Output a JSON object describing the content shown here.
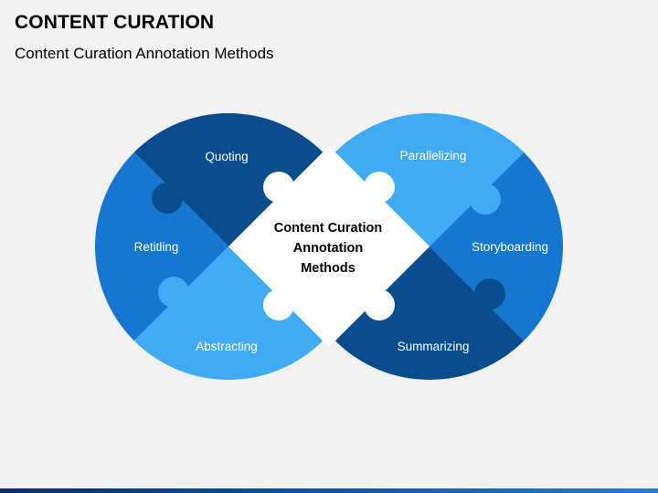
{
  "header": {
    "title": "CONTENT CURATION",
    "subtitle": "Content Curation Annotation Methods"
  },
  "diagram": {
    "center": {
      "lines": [
        "Content Curation",
        "Annotation",
        "Methods"
      ]
    },
    "pieces": [
      {
        "label": "Quoting",
        "color": "#0a4d8f"
      },
      {
        "label": "Retitling",
        "color": "#1677d2"
      },
      {
        "label": "Abstracting",
        "color": "#41aaf5"
      },
      {
        "label": "Parallelizing",
        "color": "#41aaf5"
      },
      {
        "label": "Storyboarding",
        "color": "#1677d2"
      },
      {
        "label": "Summarizing",
        "color": "#0a4d8f"
      }
    ],
    "center_color": "#ffffff",
    "background_color": "#f2f2f2"
  }
}
